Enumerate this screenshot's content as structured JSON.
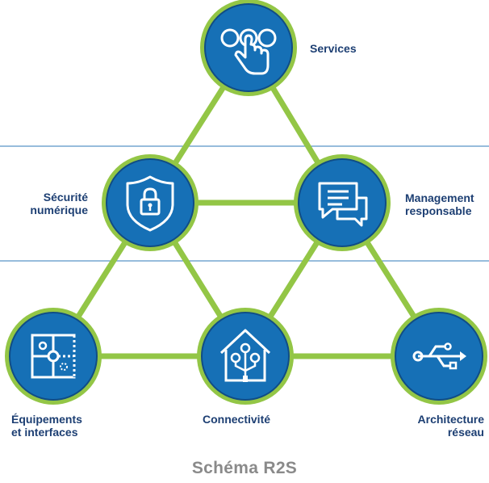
{
  "diagram": {
    "caption": "Schéma R2S",
    "colors": {
      "node_fill": "#1670b6",
      "node_ring": "#104d86",
      "connector": "#93c646",
      "separator": "#2f7ab8",
      "icon": "#ffffff",
      "label": "#1d3f73",
      "caption": "#8a8a8a"
    },
    "nodes": [
      {
        "id": "services",
        "icon": "hand-touch-icon",
        "label_lines": [
          "Services"
        ]
      },
      {
        "id": "securite",
        "icon": "shield-lock-icon",
        "label_lines": [
          "Sécurité",
          "numérique"
        ]
      },
      {
        "id": "management",
        "icon": "chat-bubbles-icon",
        "label_lines": [
          "Management",
          "responsable"
        ]
      },
      {
        "id": "equipements",
        "icon": "puzzle-icon",
        "label_lines": [
          "Équipements",
          "et interfaces"
        ]
      },
      {
        "id": "connectivite",
        "icon": "house-network-icon",
        "label_lines": [
          "Connectivité"
        ]
      },
      {
        "id": "architecture",
        "icon": "usb-icon",
        "label_lines": [
          "Architecture",
          "réseau"
        ]
      }
    ],
    "connections": [
      [
        "services",
        "securite"
      ],
      [
        "services",
        "management"
      ],
      [
        "securite",
        "management"
      ],
      [
        "securite",
        "equipements"
      ],
      [
        "securite",
        "connectivite"
      ],
      [
        "management",
        "connectivite"
      ],
      [
        "management",
        "architecture"
      ],
      [
        "equipements",
        "connectivite"
      ],
      [
        "connectivite",
        "architecture"
      ]
    ]
  }
}
